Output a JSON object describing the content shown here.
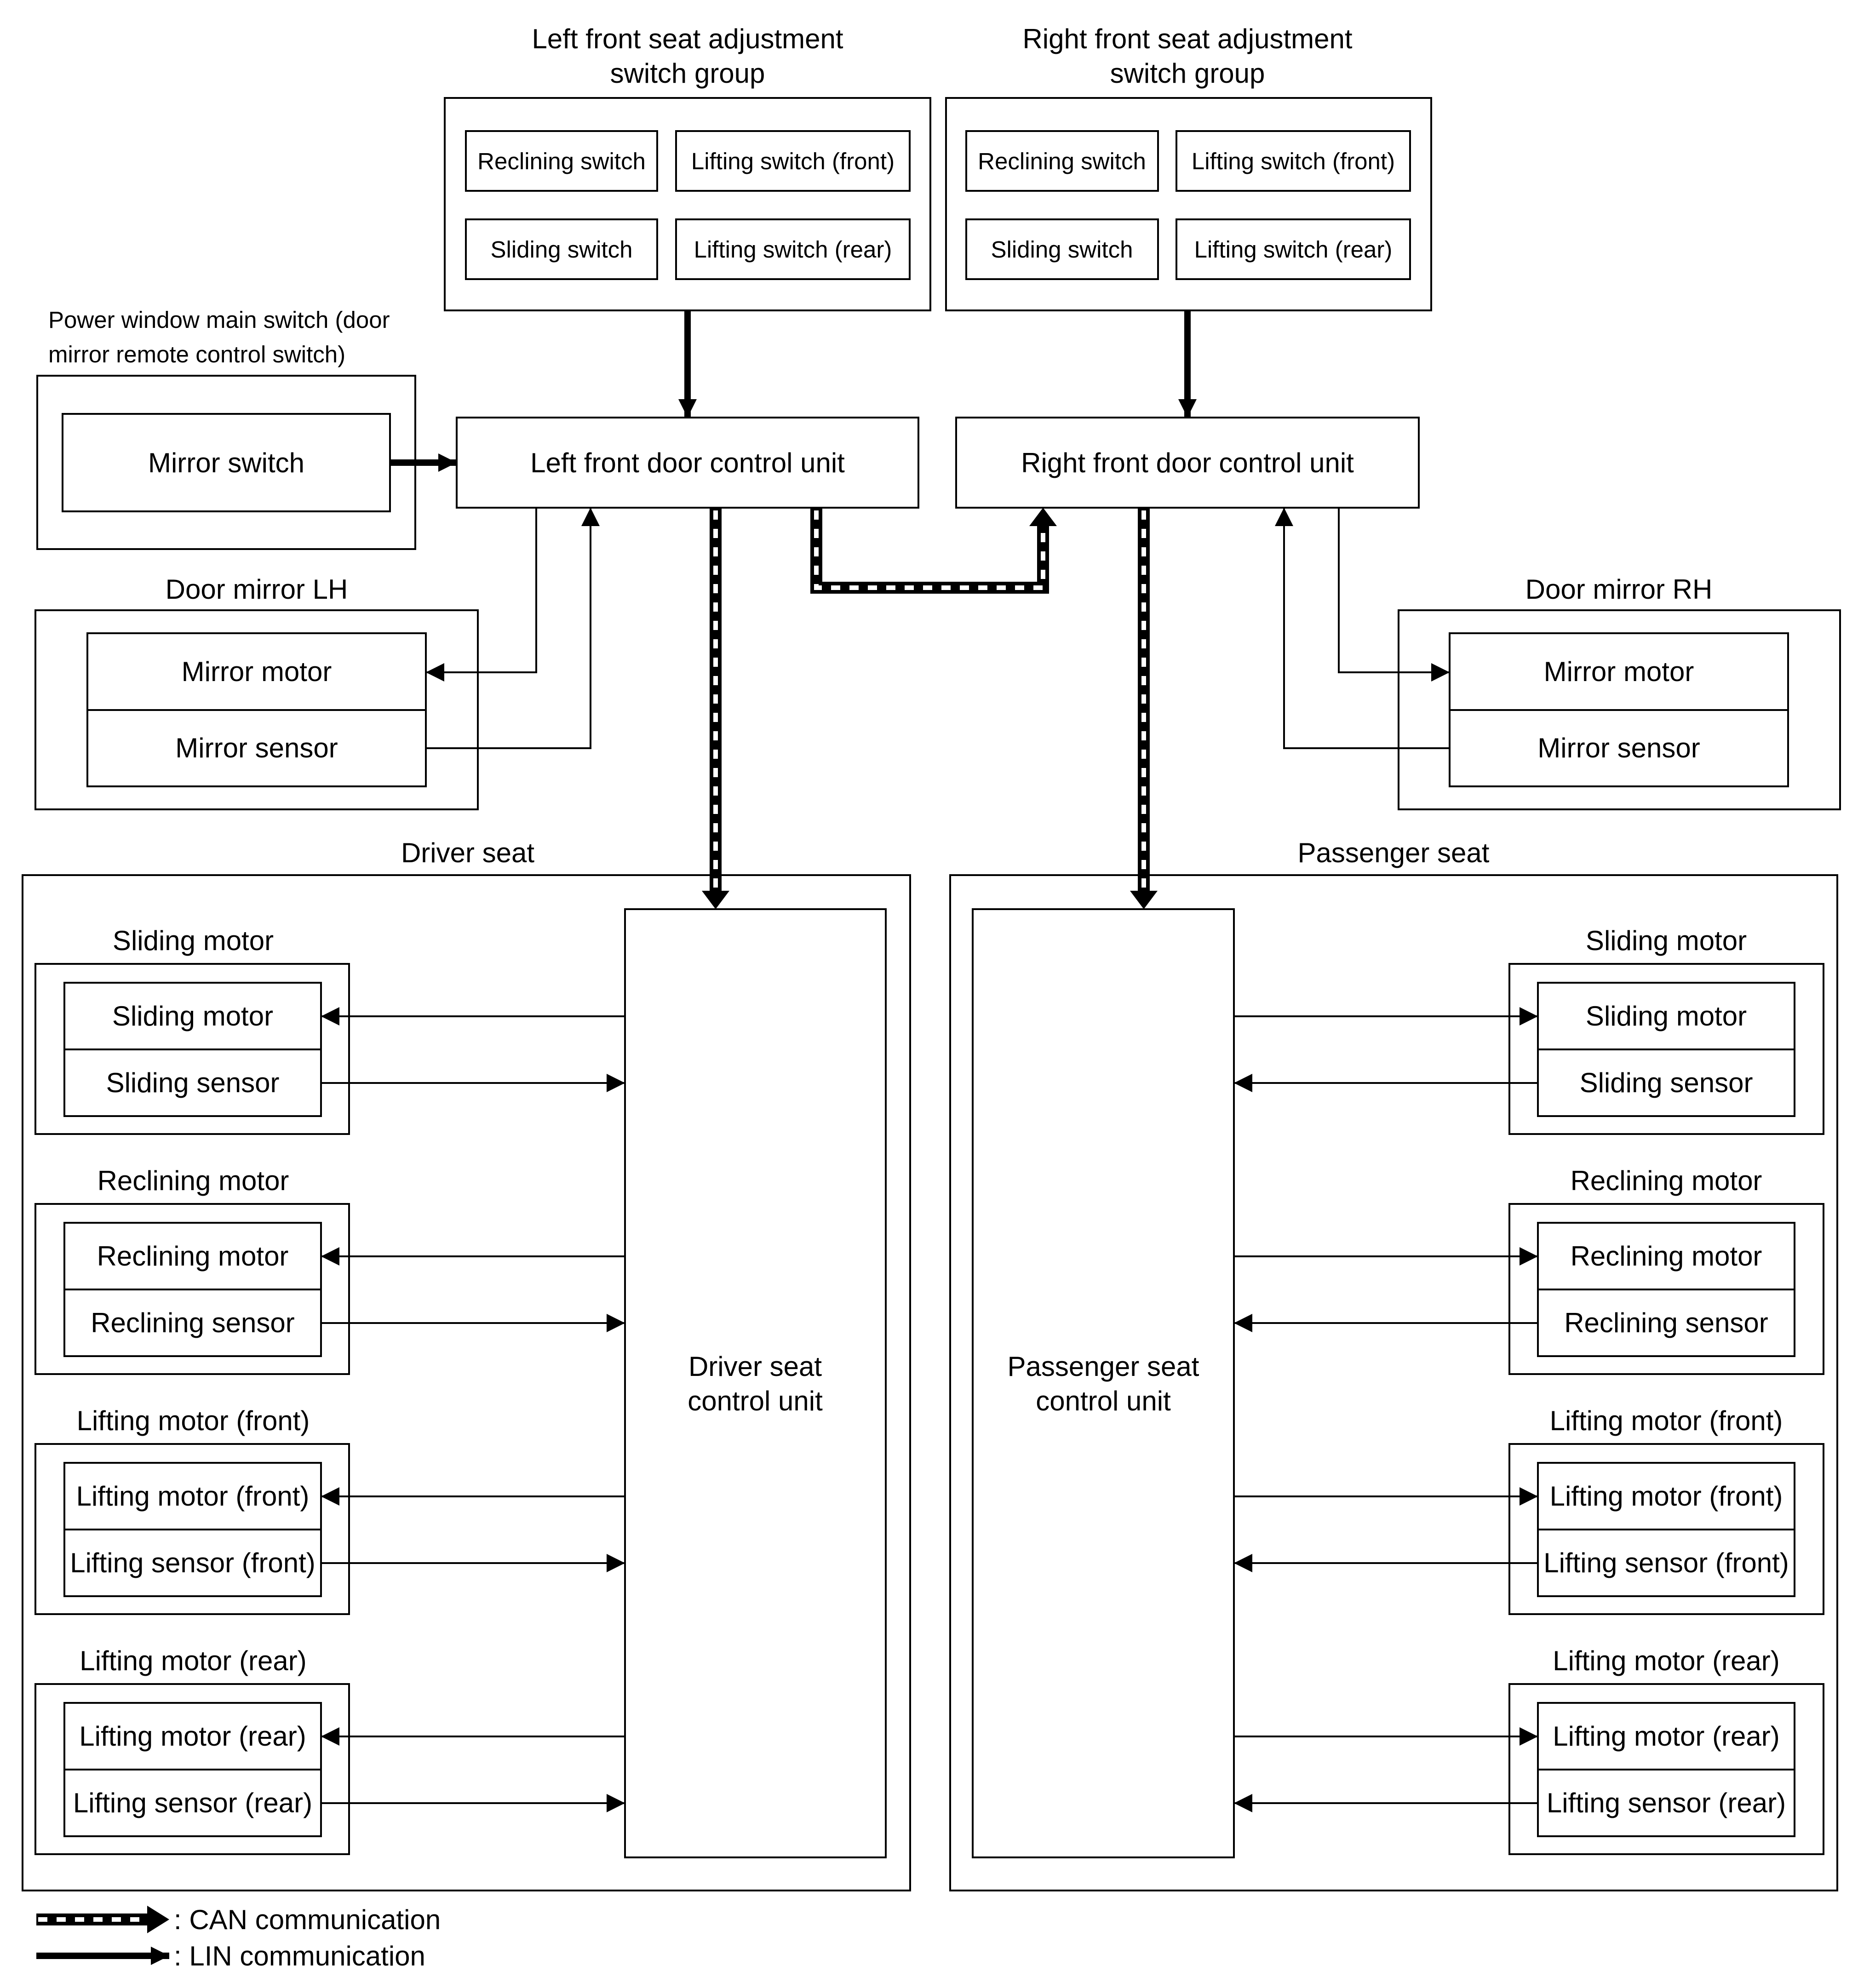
{
  "switch_groups": {
    "left": {
      "title": [
        "Left front seat adjustment",
        "switch group"
      ],
      "reclining": "Reclining switch",
      "lifting_front": "Lifting switch (front)",
      "sliding": "Sliding switch",
      "lifting_rear": "Lifting switch (rear)"
    },
    "right": {
      "title": [
        "Right front seat adjustment",
        "switch group"
      ],
      "reclining": "Reclining switch",
      "lifting_front": "Lifting switch (front)",
      "sliding": "Sliding switch",
      "lifting_rear": "Lifting switch (rear)"
    }
  },
  "power_window": {
    "title": [
      "Power window main switch (door",
      "mirror remote control switch)"
    ],
    "mirror_switch": "Mirror switch"
  },
  "door_units": {
    "left": "Left front door control unit",
    "right": "Right front door control unit"
  },
  "mirrors": {
    "left": {
      "title": "Door mirror LH",
      "motor": "Mirror motor",
      "sensor": "Mirror sensor"
    },
    "right": {
      "title": "Door mirror RH",
      "motor": "Mirror motor",
      "sensor": "Mirror sensor"
    }
  },
  "driver_seat": {
    "title": "Driver seat",
    "control_unit": [
      "Driver seat",
      "control unit"
    ],
    "groups": [
      {
        "title": "Sliding motor",
        "motor": "Sliding motor",
        "sensor": "Sliding sensor"
      },
      {
        "title": "Reclining motor",
        "motor": "Reclining motor",
        "sensor": "Reclining sensor"
      },
      {
        "title": "Lifting motor (front)",
        "motor": "Lifting motor (front)",
        "sensor": "Lifting sensor (front)"
      },
      {
        "title": "Lifting motor (rear)",
        "motor": "Lifting motor (rear)",
        "sensor": "Lifting sensor (rear)"
      }
    ]
  },
  "passenger_seat": {
    "title": "Passenger seat",
    "control_unit": [
      "Passenger seat",
      "control unit"
    ],
    "groups": [
      {
        "title": "Sliding motor",
        "motor": "Sliding motor",
        "sensor": "Sliding sensor"
      },
      {
        "title": "Reclining motor",
        "motor": "Reclining motor",
        "sensor": "Reclining sensor"
      },
      {
        "title": "Lifting motor (front)",
        "motor": "Lifting motor (front)",
        "sensor": "Lifting sensor (front)"
      },
      {
        "title": "Lifting motor (rear)",
        "motor": "Lifting motor (rear)",
        "sensor": "Lifting sensor (rear)"
      }
    ]
  },
  "legend": {
    "can": ": CAN communication",
    "lin": ": LIN communication"
  }
}
